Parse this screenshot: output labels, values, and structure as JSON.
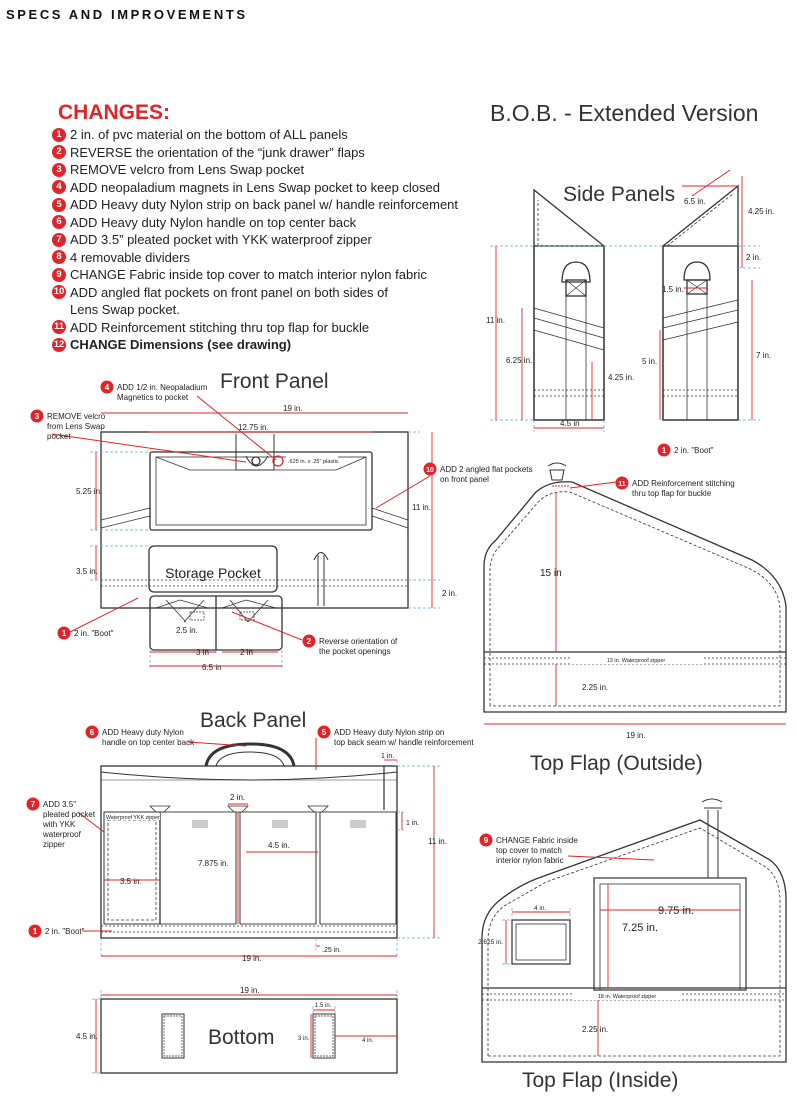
{
  "header": {
    "title": "SPECS AND IMPROVEMENTS"
  },
  "changes": {
    "title": "CHANGES:",
    "items": [
      {
        "num": "1",
        "text": "2 in. of pvc material on the bottom of ALL panels"
      },
      {
        "num": "2",
        "text": "REVERSE the orientation of the “junk drawer” flaps"
      },
      {
        "num": "3",
        "text": "REMOVE velcro from Lens Swap pocket"
      },
      {
        "num": "4",
        "text": "ADD neopaladium magnets in Lens Swap pocket to keep closed"
      },
      {
        "num": "5",
        "text": "ADD Heavy duty Nylon strip on back panel w/ handle reinforcement"
      },
      {
        "num": "6",
        "text": "ADD Heavy duty Nylon handle on top center back"
      },
      {
        "num": "7",
        "text": "ADD 3.5” pleated pocket with YKK waterproof zipper"
      },
      {
        "num": "8",
        "text": "4 removable dividers"
      },
      {
        "num": "9",
        "text": "CHANGE Fabric inside top cover to match interior nylon fabric"
      },
      {
        "num": "10",
        "text": "ADD angled flat pockets on front panel on both sides of",
        "text2": "Lens Swap pocket."
      },
      {
        "num": "11",
        "text": "ADD Reinforcement stitching thru top flap for buckle"
      },
      {
        "num": "12",
        "text": "CHANGE Dimensions (see drawing)"
      }
    ]
  },
  "titles": {
    "main": "B.O.B. - Extended Version",
    "side_panels": "Side Panels",
    "front_panel": "Front Panel",
    "back_panel": "Back Panel",
    "bottom": "Bottom",
    "top_flap_outside": "Top Flap (Outside)",
    "top_flap_inside": "Top Flap (Inside)"
  },
  "labels": {
    "storage_pocket": "Storage Pocket",
    "zipper_13": "13 in. Waterproof zipper",
    "zipper_18": "18 in. Waterproof zipper",
    "ykk_zipper": "Waterproof YKK zipper",
    "magnet": ".625 in. x .25\" plastic"
  },
  "callouts": {
    "c4a": "ADD 1/2 in. Neopaladium",
    "c4b": "Magnetics to pocket",
    "c3a": "REMOVE velcro",
    "c3b": "from Lens Swap",
    "c3c": "pocket",
    "c10a": "ADD 2 angled flat pockets",
    "c10b": "on front panel",
    "c11a": "ADD Reinforcement stitching",
    "c11b": "thru top flap for buckle",
    "c1_side": "2 in. \"Boot\"",
    "c1_front": "2 in. \"Boot\"",
    "c1_back": "2 in. \"Boot\"",
    "c2a": "Reverse orientation of",
    "c2b": "the pocket openings",
    "c6a": "ADD Heavy duty Nylon",
    "c6b": "handle on top center back",
    "c5a": "ADD Heavy duty Nylon strip on",
    "c5b": "top back seam w/ handle reinforcement",
    "c7a": "ADD 3.5\"",
    "c7b": "pleated pocket",
    "c7c": "with YKK",
    "c7d": "waterproof",
    "c7e": "zipper",
    "c9a": "CHANGE Fabric inside",
    "c9b": "top cover to match",
    "c9c": "interior nylon fabric"
  },
  "dims": {
    "side_6_5": "6.5 in.",
    "side_4_25_top": "4.25 in.",
    "side_2": "2 in.",
    "side_1_5": "1.5 in.",
    "side_11": "11 in.",
    "side_6_25": "6.25 in.",
    "side_4_25": "4.25 in.",
    "side_4_5": "4.5 in",
    "side_5": "5 in.",
    "side_7": "7 in.",
    "front_19": "19 in.",
    "front_12_75": "12.75 in.",
    "front_5_25": "5.25 in.",
    "front_11": "11 in.",
    "front_3_5": "3.5 in.",
    "front_2": "2 in.",
    "front_2_5": "2.5 in.",
    "front_3": "3 in",
    "front_2b": "2 in",
    "front_6_5": "6.5 in",
    "flap_15": "15 in",
    "flap_2_25": "2.25 in.",
    "flap_19": "19 in.",
    "back_1": "1 in.",
    "back_2": "2 in.",
    "back_1b": "1 in.",
    "back_11": "11 in.",
    "back_7_875": "7.875 in.",
    "back_4_5": "4.5 in.",
    "back_3_5": "3.5 in.",
    "back_25": ".25 in.",
    "back_19": "19 in.",
    "bottom_19": "19 in.",
    "bottom_4_5": "4.5 in.",
    "bottom_1_5": "1.5 in.",
    "bottom_3": "3 in.",
    "bottom_4": "4 in.",
    "inside_4": "4 in.",
    "inside_2_625": "2.625 in.",
    "inside_9_75": "9.75 in.",
    "inside_7_25": "7.25 in.",
    "inside_2_25": "2.25 in."
  },
  "colors": {
    "accent": "#e0252a",
    "line": "#333333",
    "dimline": "#5aa7d6"
  }
}
